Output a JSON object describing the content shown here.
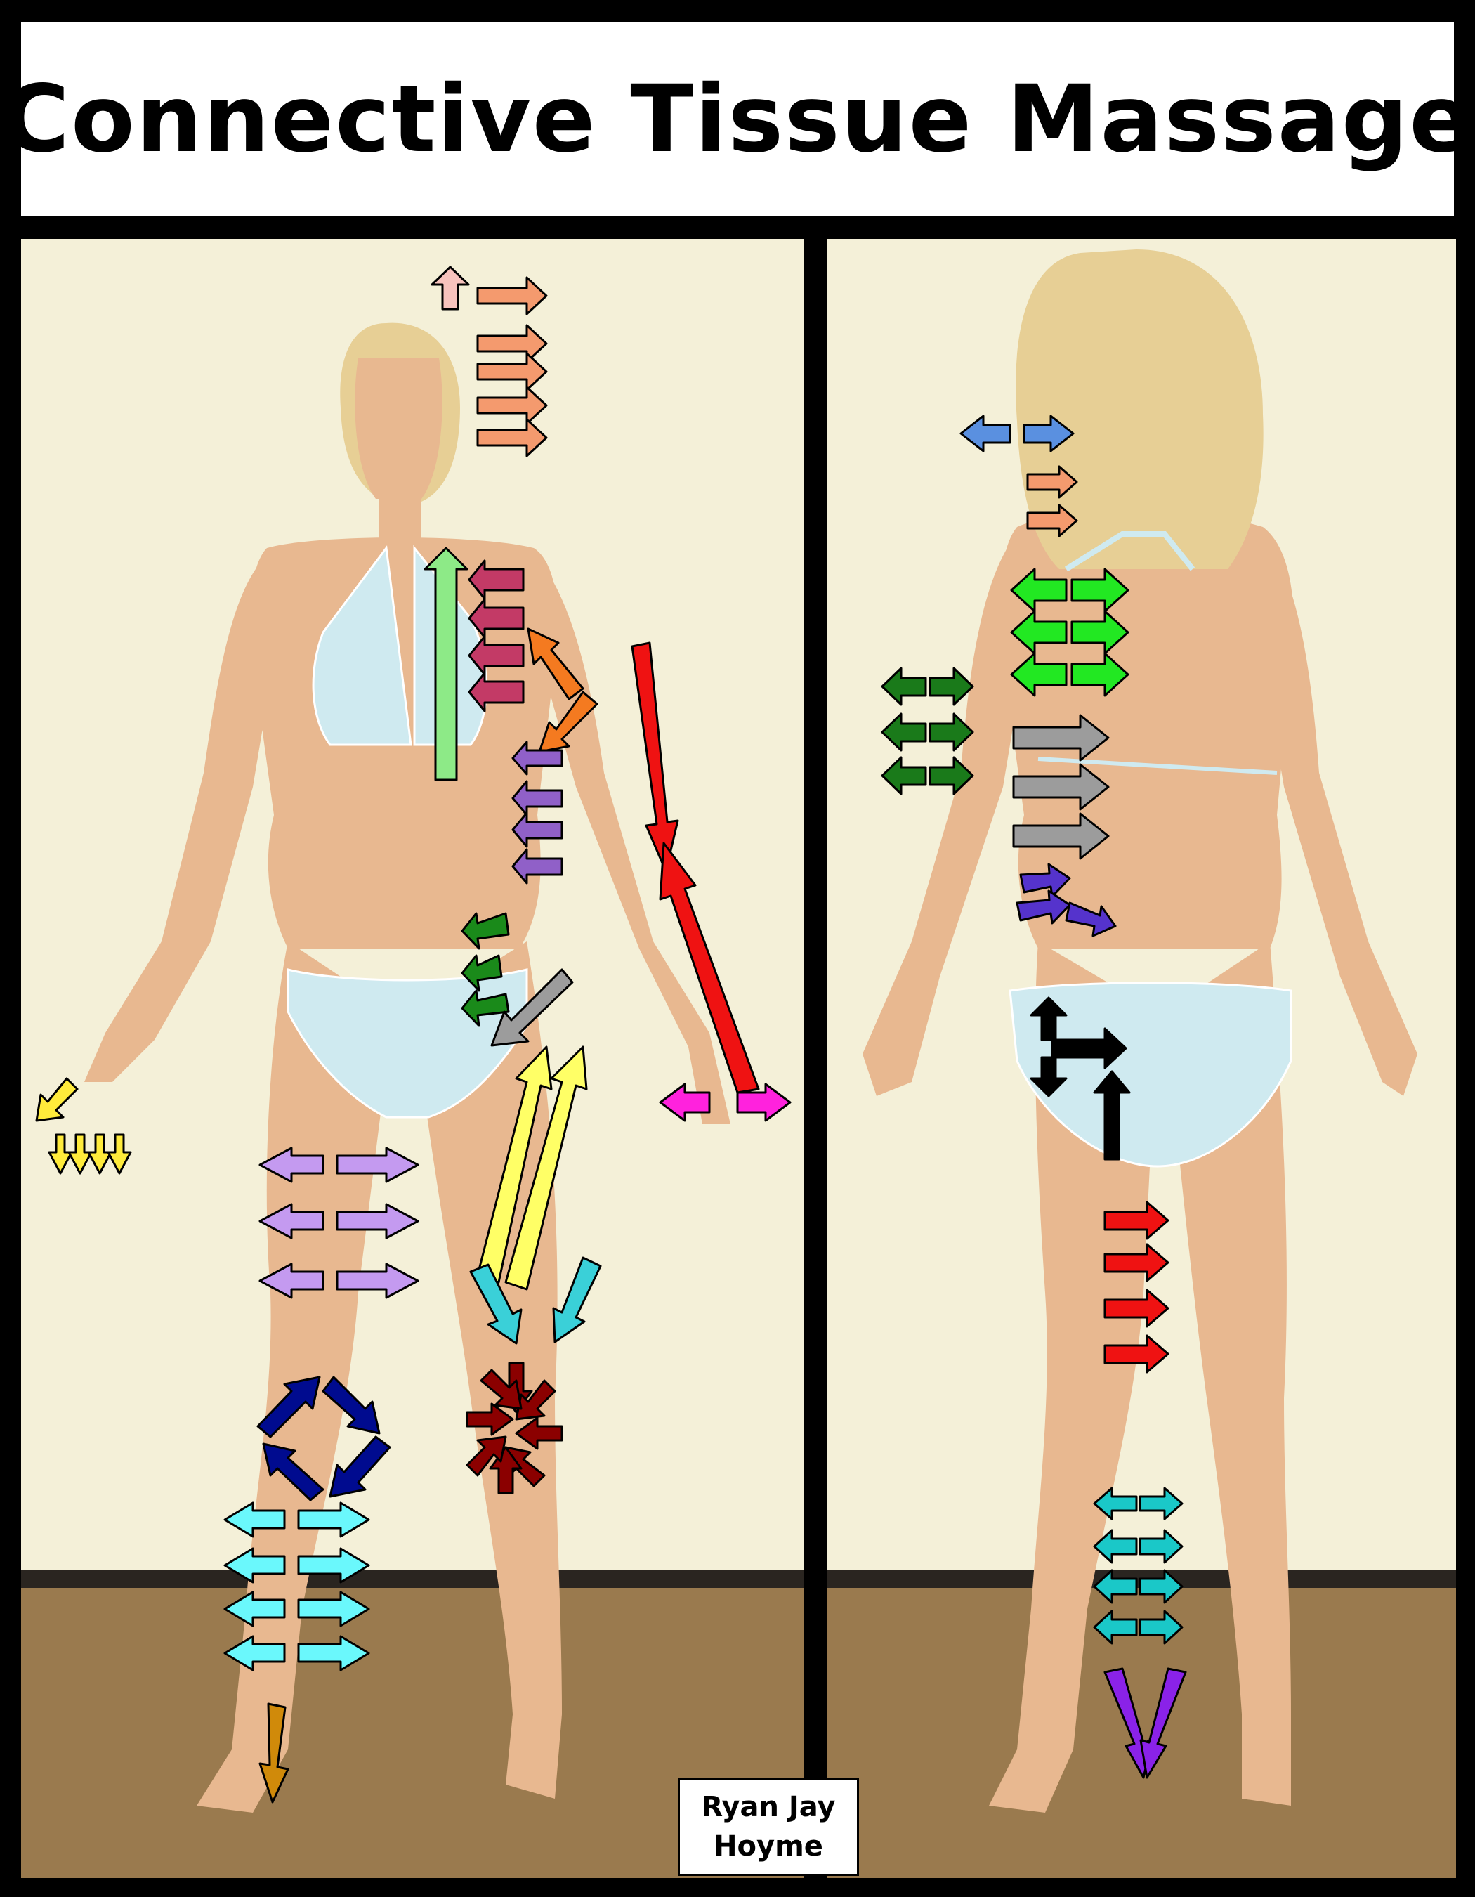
{
  "title": "Connective Tissue Massage",
  "credit": {
    "line1": "Ryan Jay",
    "line2": "Hoyme"
  },
  "colors": {
    "background": "#000000",
    "title_box": "#ffffff",
    "wall": "#f4f0d8",
    "floor": "#9a7a4e",
    "baseboard": "#2a2520",
    "skin": "#e8b890",
    "hair": "#e7cf95",
    "swimsuit": "#cfeaf0",
    "arrow_outline": "#000000",
    "arrow_palette": [
      "#f7c3bd",
      "#f49a6e",
      "#c33a66",
      "#8dea87",
      "#f47a20",
      "#ef1212",
      "#9060c8",
      "#1a8a1a",
      "#9c9c9c",
      "#ffff66",
      "#ff22dd",
      "#ffeb3b",
      "#c49af0",
      "#3ad0d8",
      "#000b8f",
      "#8b0000",
      "#6af8fc",
      "#d08a0a",
      "#5a90e0",
      "#22e822",
      "#1a7a1a",
      "#5533cc",
      "#1ac8c8",
      "#8a22e8"
    ]
  }
}
